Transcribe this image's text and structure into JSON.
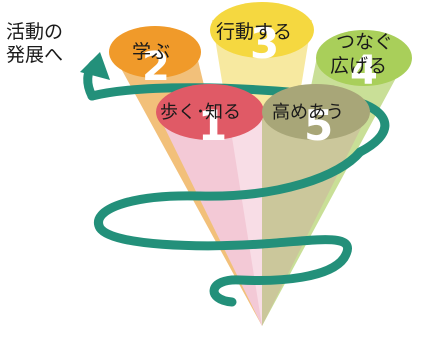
{
  "caption": {
    "line1": "活動の",
    "line2": "発展へ"
  },
  "steps": [
    {
      "number": "1",
      "label": "歩く･知る",
      "color": "#e05a66"
    },
    {
      "number": "2",
      "label": "学ぶ",
      "color": "#f09a2a"
    },
    {
      "number": "3",
      "label": "行動する",
      "color": "#f5d840"
    },
    {
      "number": "4",
      "label_line1": "つなぐ",
      "label_line2": "広げる",
      "color": "#a9cf5a"
    },
    {
      "number": "5",
      "label": "高めあう",
      "color": "#a8a678"
    }
  ],
  "spiral_color": "#23907a"
}
